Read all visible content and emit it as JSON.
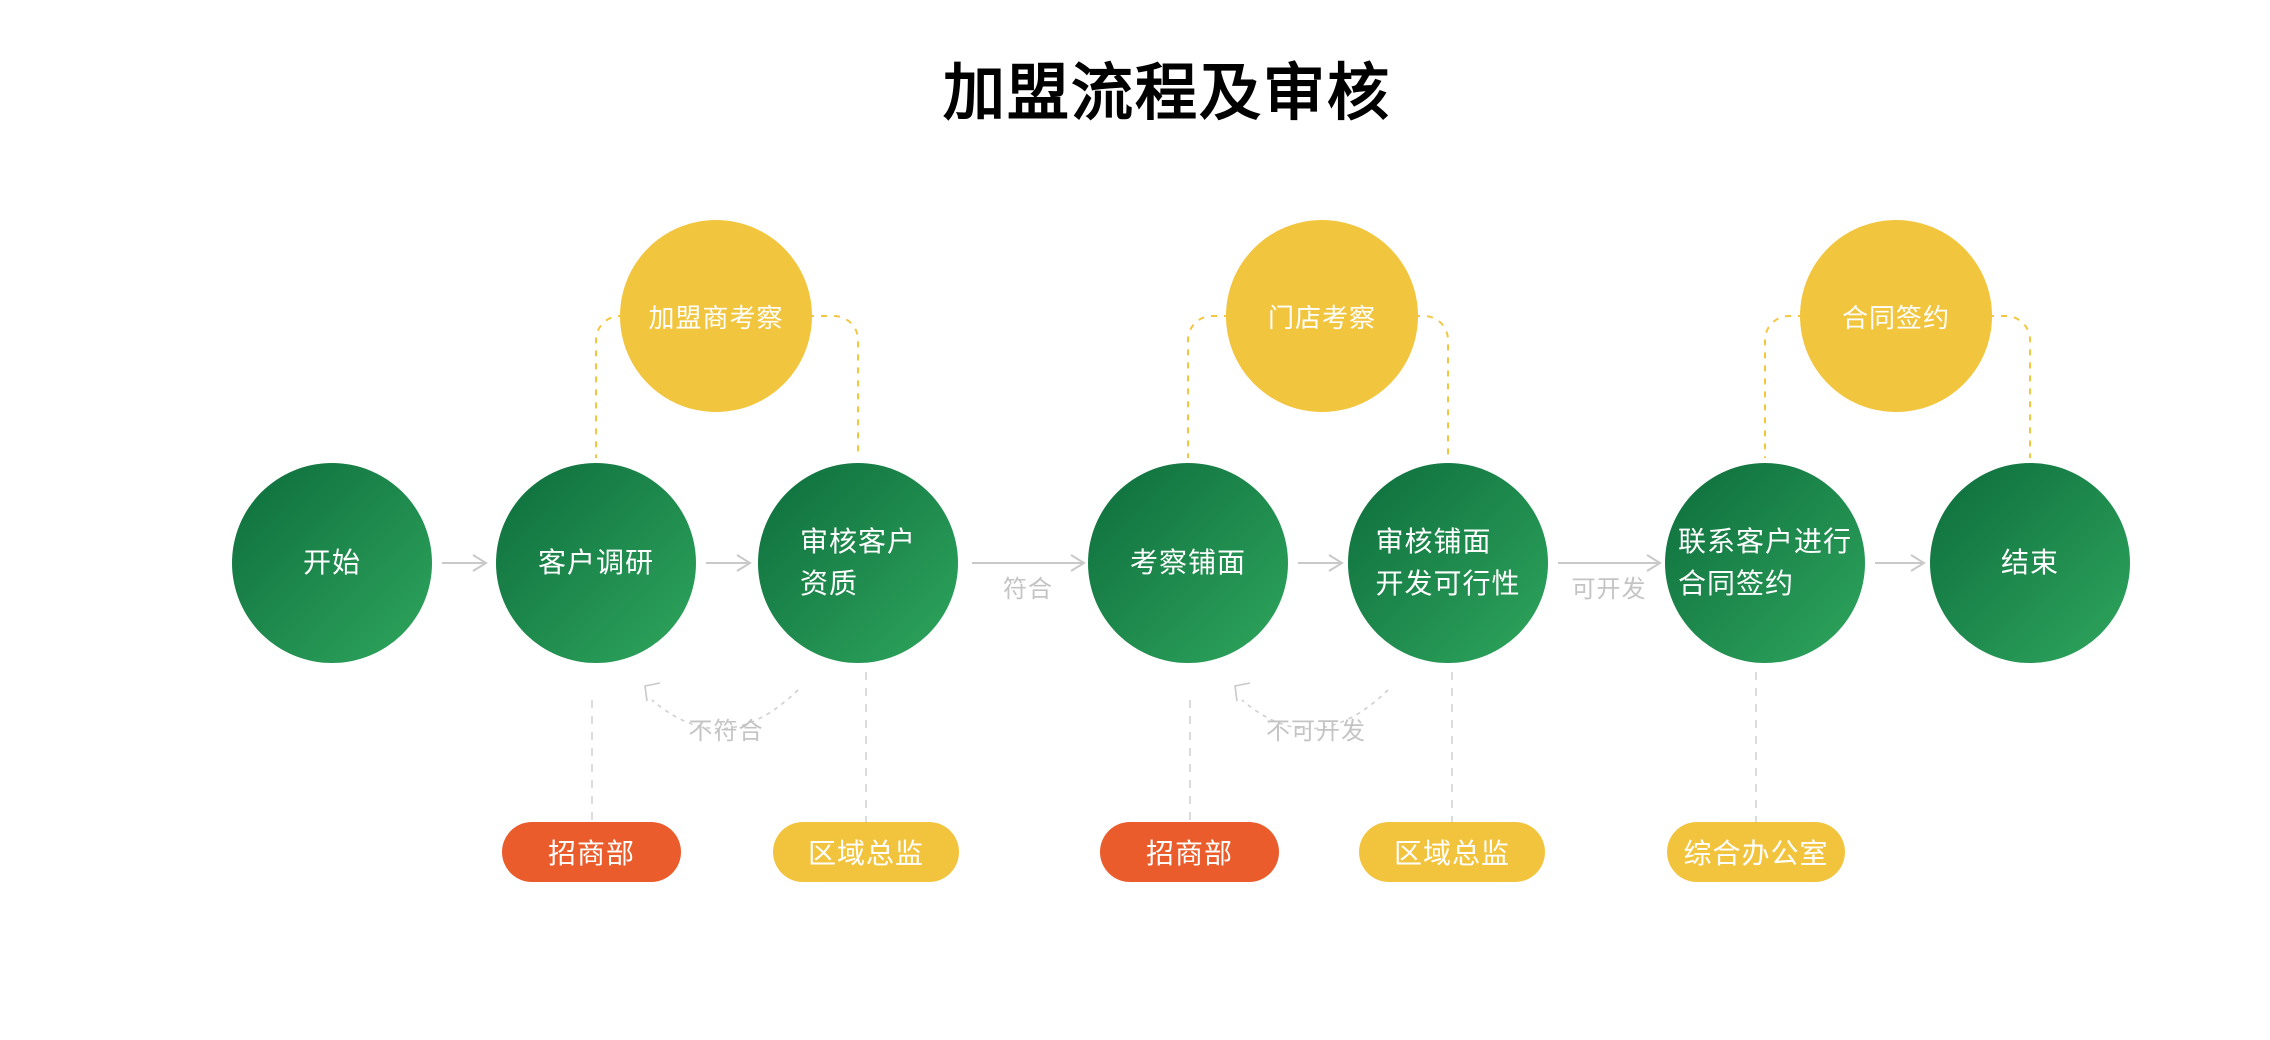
{
  "title": "加盟流程及审核",
  "flow": {
    "steps": [
      {
        "label": "开始"
      },
      {
        "label": "客户调研"
      },
      {
        "label": "审核客户\n资质"
      },
      {
        "label": "考察铺面"
      },
      {
        "label": "审核铺面\n开发可行性"
      },
      {
        "label": "联系客户进行\n合同签约"
      },
      {
        "label": "结束"
      }
    ],
    "phases": [
      {
        "label": "加盟商考察"
      },
      {
        "label": "门店考察"
      },
      {
        "label": "合同签约"
      }
    ],
    "edge_labels": {
      "qualification_pass": "符合",
      "qualification_fail": "不符合",
      "development_pass": "可开发",
      "development_fail": "不可开发"
    },
    "owners": [
      {
        "label": "招商部",
        "color": "#EA5C2B"
      },
      {
        "label": "区域总监",
        "color": "#F2C43E"
      },
      {
        "label": "招商部",
        "color": "#EA5C2B"
      },
      {
        "label": "区域总监",
        "color": "#F2C43E"
      },
      {
        "label": "综合办公室",
        "color": "#F2C43E"
      }
    ]
  },
  "colors": {
    "step_gradient_start": "#0D6D3C",
    "step_gradient_end": "#2FA65E",
    "phase_yellow": "#F2C53F",
    "owner_orange": "#EA5C2B",
    "owner_yellow": "#F2C43E",
    "connector_yellow": "#F4C63F",
    "connector_gray": "#C9C9C9",
    "label_gray": "#C4C4C4",
    "title_color": "#000000",
    "node_text": "#FFFFFF"
  }
}
